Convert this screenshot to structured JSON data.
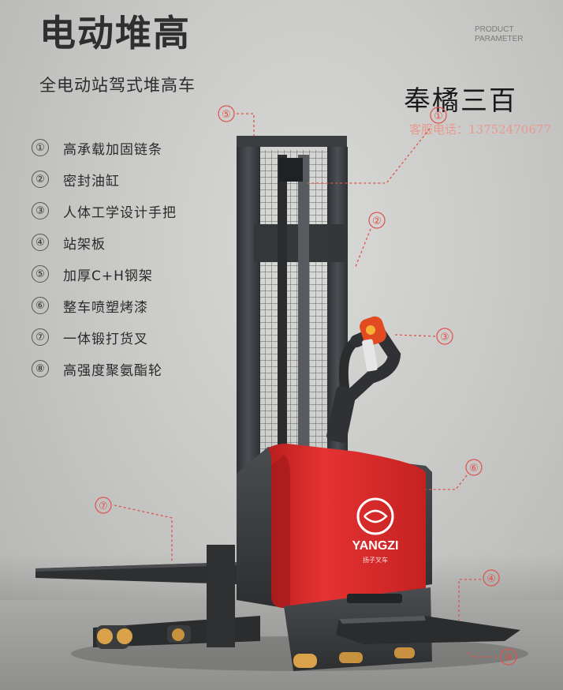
{
  "header": {
    "title": "电动堆高",
    "subtitle": "全电动站驾式堆高车",
    "param_line1": "PRODUCT",
    "param_line2": "PARAMETER"
  },
  "brand": {
    "name": "奉橘三百",
    "contact": "客服电话：13752470677"
  },
  "features": [
    {
      "num": "①",
      "label": "高承载加固链条"
    },
    {
      "num": "②",
      "label": "密封油缸"
    },
    {
      "num": "③",
      "label": "人体工学设计手把"
    },
    {
      "num": "④",
      "label": "站架板"
    },
    {
      "num": "⑤",
      "label": "加厚C+H钢架"
    },
    {
      "num": "⑥",
      "label": "整车喷塑烤漆"
    },
    {
      "num": "⑦",
      "label": "一体锻打货叉"
    },
    {
      "num": "⑧",
      "label": "高强度聚氨酯轮"
    }
  ],
  "callouts": [
    "①",
    "②",
    "③",
    "④",
    "⑤",
    "⑥",
    "⑦",
    "⑧"
  ],
  "product_logo": {
    "name": "YANGZI",
    "sub": "扬子叉车"
  },
  "colors": {
    "body_red": "#d92b2b",
    "callout_red": "#e0524b",
    "mast_dark": "#3a3d40"
  }
}
